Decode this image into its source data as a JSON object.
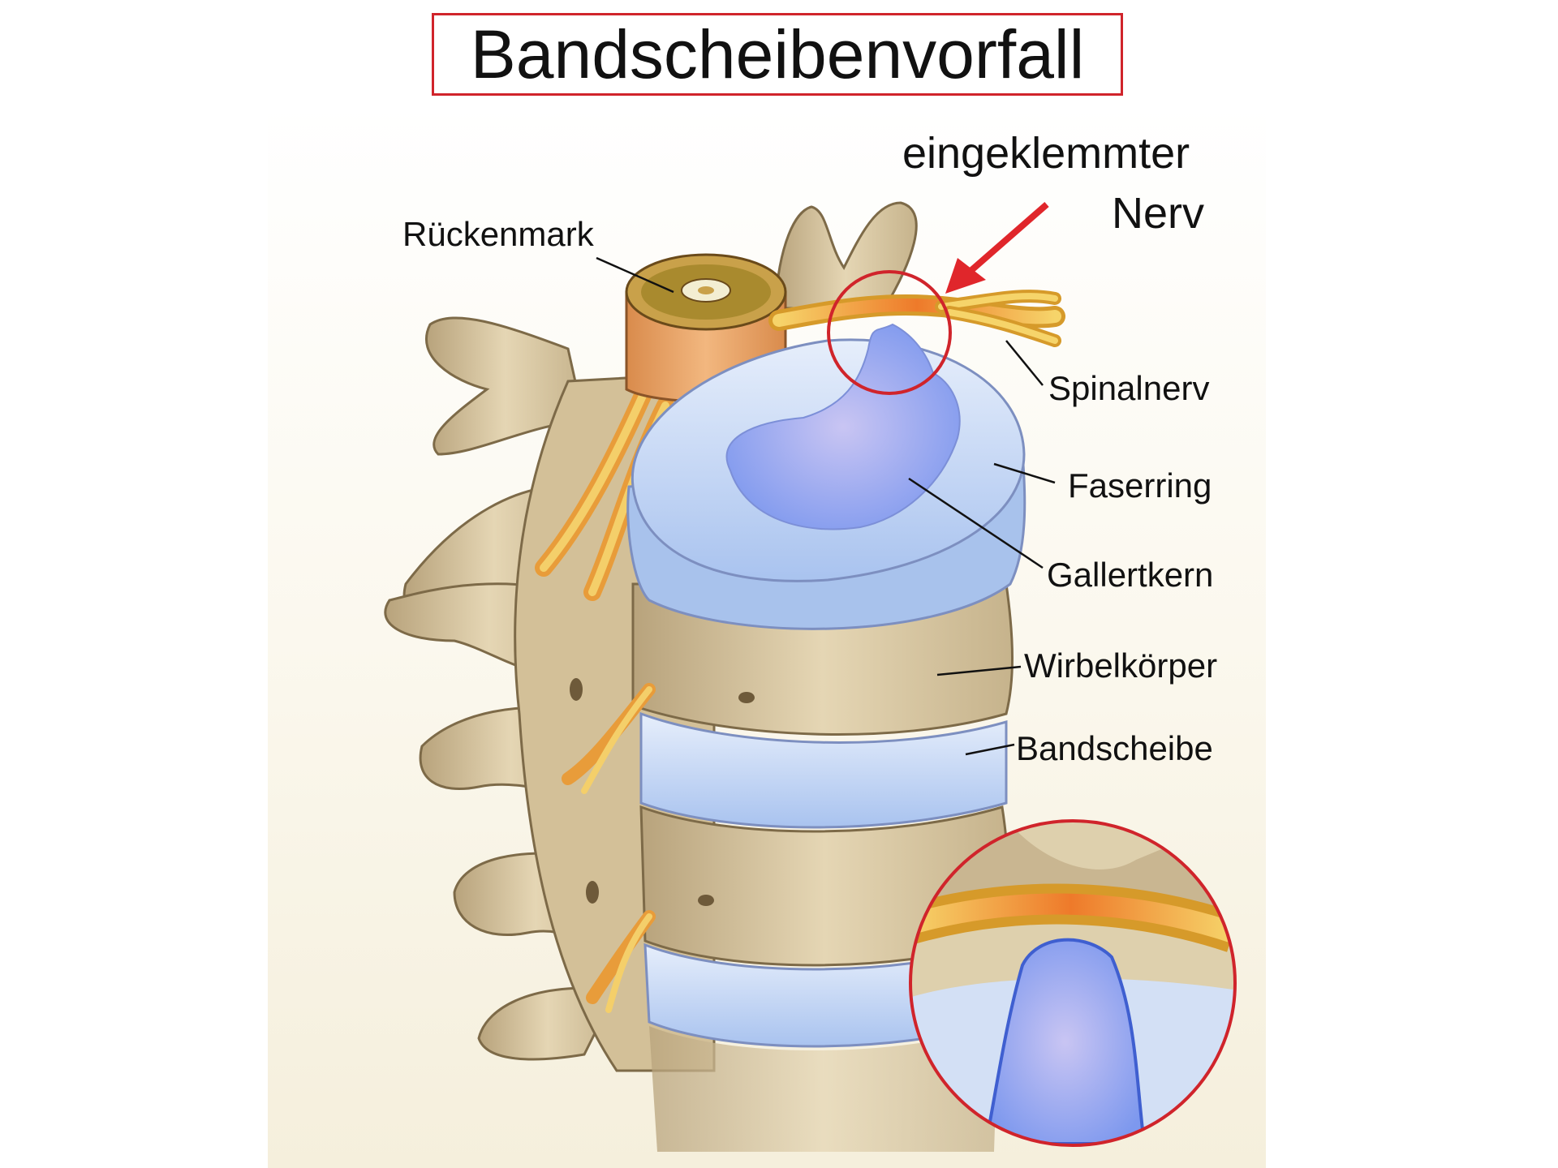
{
  "title": "Bandscheibenvorfall",
  "labels": {
    "spinal_cord": "Rückenmark",
    "pinched_nerve_line1": "eingeklemmter",
    "pinched_nerve_line2": "Nerv",
    "spinal_nerve": "Spinalnerv",
    "annulus": "Faserring",
    "nucleus": "Gallertkern",
    "vertebral_body": "Wirbelkörper",
    "disc": "Bandscheibe"
  },
  "colors": {
    "accent": "#d0242b",
    "bone": "#d9c7a0",
    "disc": "#c9dcf5",
    "nucleus": "#8fa8f0",
    "nerve": "#f0b83a"
  }
}
